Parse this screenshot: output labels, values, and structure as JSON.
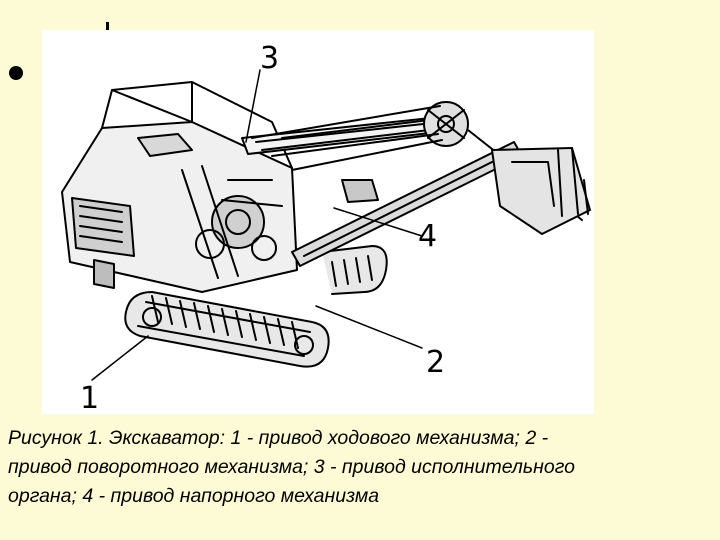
{
  "figure": {
    "callouts": {
      "c1": "1",
      "c2": "2",
      "c3": "3",
      "c4": "4"
    }
  },
  "caption": {
    "lines": [
      "Рисунок 1. Экскаватор: 1 - привод ходового механизма; 2 -",
      "привод поворотного механизма; 3 - привод исполнительного",
      "органа; 4 - привод напорного механизма"
    ]
  },
  "colors": {
    "background": "#fdfbd5",
    "figure_background": "#ffffff",
    "ink": "#000000"
  }
}
